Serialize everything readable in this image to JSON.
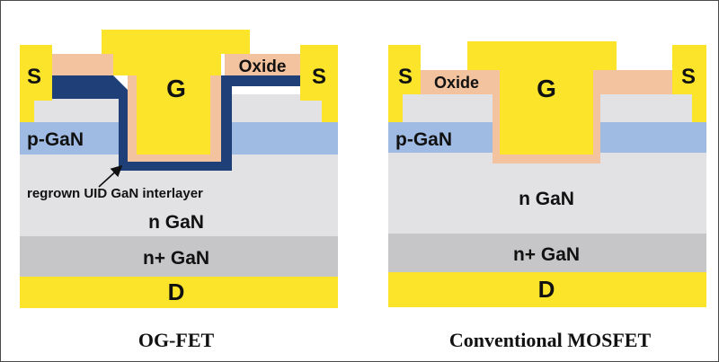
{
  "colors": {
    "metal": "#fbe42a",
    "oxide": "#f3c29e",
    "pgan": "#9fbbe3",
    "ngan": "#e2e2e4",
    "nplus": "#c6c6c8",
    "interlayer": "#1f3f79",
    "frame": "#4a4a4a"
  },
  "left": {
    "caption": "OG-FET",
    "source_label": "S",
    "gate_label": "G",
    "oxide_label": "Oxide",
    "pgan_label": "p-GaN",
    "interlayer_label": "regrown UID GaN interlayer",
    "ngan_label": "n GaN",
    "nplus_label": "n+ GaN",
    "drain_label": "D"
  },
  "right": {
    "caption": "Conventional MOSFET",
    "source_label": "S",
    "gate_label": "G",
    "oxide_label": "Oxide",
    "pgan_label": "p-GaN",
    "ngan_label": "n GaN",
    "nplus_label": "n+ GaN",
    "drain_label": "D"
  }
}
